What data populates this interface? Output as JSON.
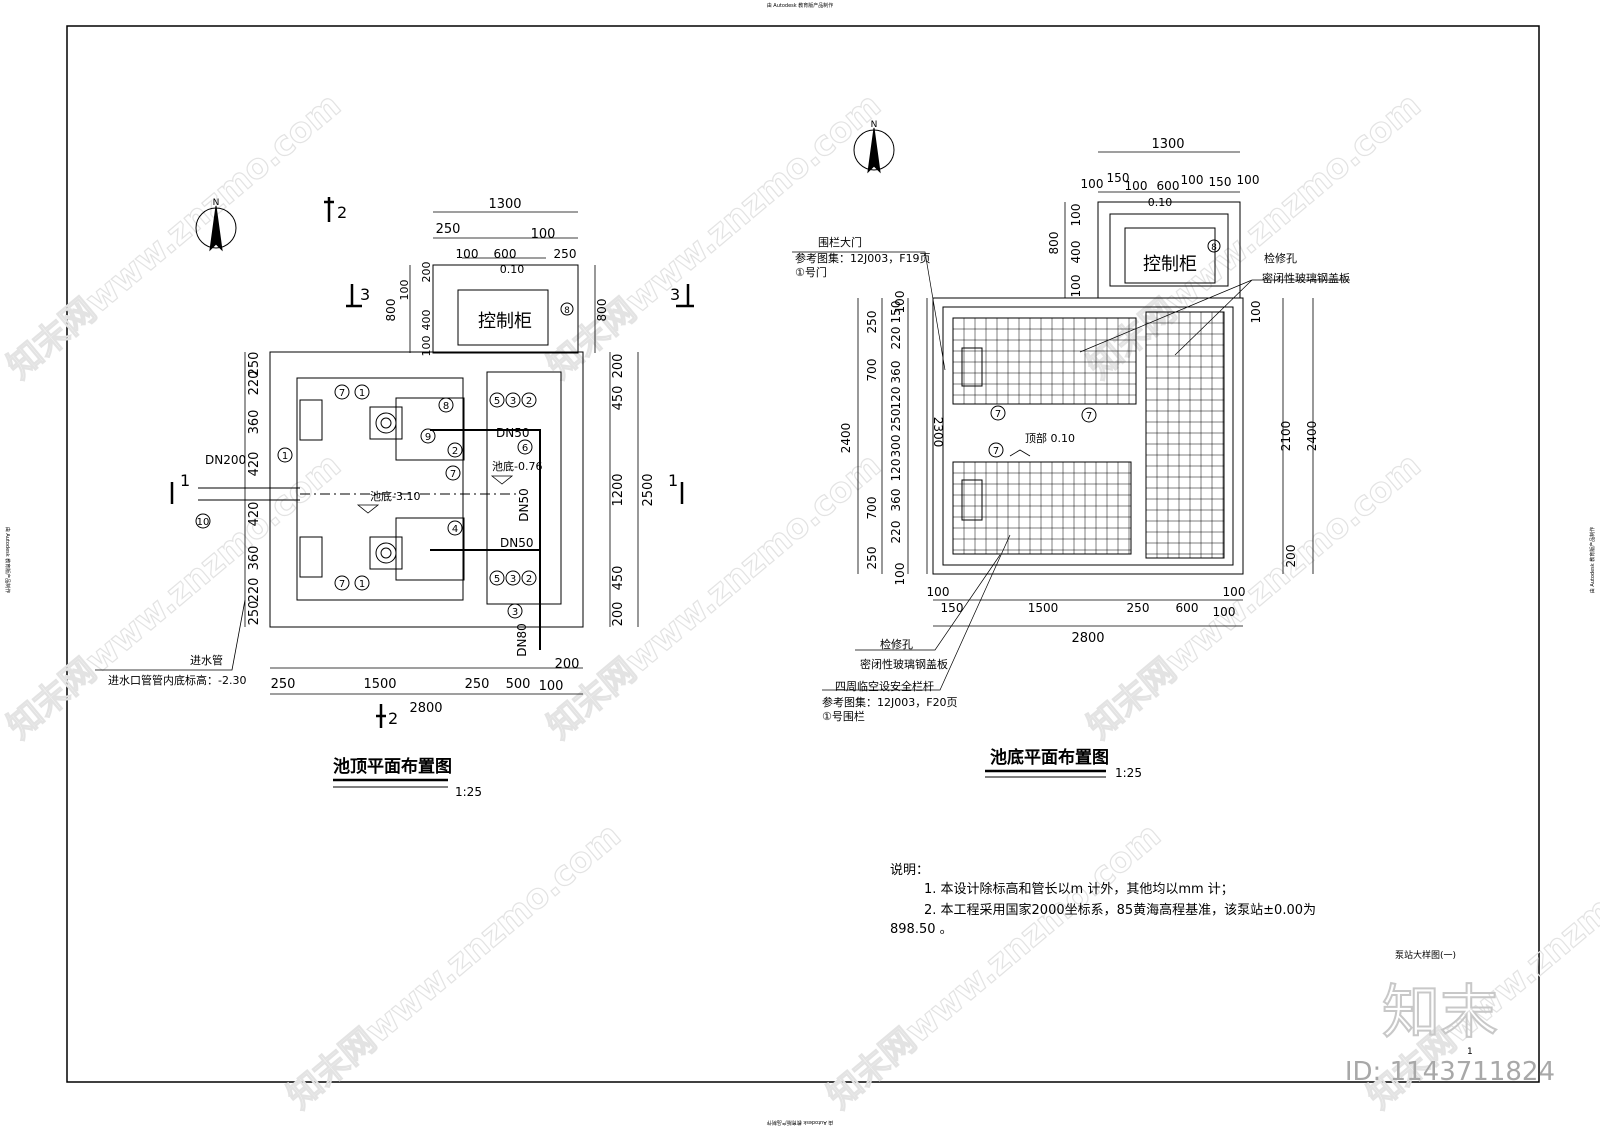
{
  "header_text": "由 Autodesk 教育版产品制作",
  "footer_text": "由 Autodesk 教育版产品制作",
  "side_text": "由 Autodesk 教育版产品制作",
  "watermark_text": "知末网www.znzmo.com",
  "brand_logo": "知末",
  "id_text": "ID: 1143711824",
  "sheet_label": "泵站大样图(一)",
  "sheet_number": "1",
  "left_plan": {
    "title": "池顶平面布置图",
    "scale": "1:25",
    "control_cabinet": "控制柜",
    "cabinet_elev": "0.10",
    "dim_1300": "1300",
    "dim_250a": "250",
    "dim_100a": "100",
    "dim_100b": "100",
    "dim_600": "600",
    "dim_250b": "250",
    "dim_200": "200",
    "dim_400": "400",
    "dim_100c": "100",
    "dim_100d": "100",
    "dim_800a": "800",
    "dim_800b": "800",
    "left_dims": [
      "250",
      "220",
      "360",
      "420",
      "420",
      "360",
      "220",
      "250"
    ],
    "right_dims": [
      "200",
      "450",
      "1200",
      "450",
      "200"
    ],
    "total_right": "2500",
    "bottom_dims": [
      "250",
      "1500",
      "250",
      "500",
      "200",
      "100"
    ],
    "bottom_total": "2800",
    "pipe_in": "DN200",
    "pipe_dn50a": "DN50",
    "pipe_dn50b": "DN50",
    "pipe_dn50c": "DN50",
    "pipe_dn80": "DN80",
    "elev_bottom": "池底-3.10",
    "elev_sump": "池底-0.76",
    "inlet_label": "进水管",
    "inlet_elev": "进水口管管内底标高：-2.30",
    "sec_1": "1",
    "sec_2": "2",
    "sec_3": "3",
    "callouts": [
      "7",
      "1",
      "8",
      "9",
      "2",
      "5",
      "3",
      "2",
      "6",
      "7",
      "10",
      "1",
      "7",
      "1",
      "5",
      "3",
      "2",
      "4",
      "3"
    ]
  },
  "right_plan": {
    "title": "池底平面布置图",
    "scale": "1:25",
    "control_cabinet": "控制柜",
    "dim_1300": "1300",
    "top_dims": [
      "100",
      "150",
      "100",
      "600",
      "100",
      "150",
      "100"
    ],
    "elev_top": "0.10",
    "elev_roof": "顶部 0.10",
    "left_dims_outer": [
      "800",
      "100",
      "400",
      "100"
    ],
    "left_dims_main": [
      "100",
      "250",
      "700",
      "2400",
      "700",
      "250",
      "100"
    ],
    "left_dims_inner": [
      "150",
      "220",
      "360",
      "120",
      "250",
      "300",
      "120",
      "360",
      "220"
    ],
    "vertical_2300": "2300",
    "right_dims": [
      "100",
      "2100",
      "2400",
      "200"
    ],
    "bottom_dims": [
      "100",
      "150",
      "1500",
      "250",
      "600",
      "100",
      "100"
    ],
    "bottom_total": "2800",
    "gate_label": "围栏大门",
    "ref_1": "参考图集：12J003，F19页",
    "ref_1b": "①号门",
    "hatch_label": "检修孔",
    "hatch_cover": "密闭性玻璃钢盖板",
    "hatch_label2": "检修孔",
    "hatch_cover2": "密闭性玻璃钢盖板",
    "rail_label": "四周临空设安全栏杆",
    "ref_2": "参考图集：12J003，F20页",
    "ref_2b": "①号围栏",
    "callouts": [
      "8",
      "7",
      "7",
      "7"
    ]
  },
  "notes": {
    "heading": "说明：",
    "line1": "1. 本设计除标高和管长以m 计外，其他均以mm 计；",
    "line2": "2. 本工程采用国家2000坐标系，85黄海高程基准，该泵站±0.00为",
    "line3": "898.50 。"
  }
}
